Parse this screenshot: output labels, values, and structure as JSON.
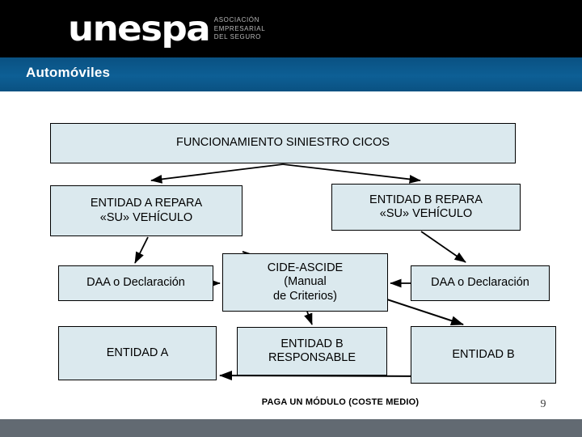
{
  "header": {
    "logo_text": "unespa",
    "logo_tagline_line1": "Asociación",
    "logo_tagline_line2": "Empresarial",
    "logo_tagline_line3": "del Seguro",
    "title": "Automóviles",
    "bar_color": "#0c5a8e",
    "logo_bg_color": "#000000"
  },
  "footer": {
    "page_number": "9",
    "bar_color": "#626a72"
  },
  "diagram": {
    "node_fill": "#dbe9ee",
    "node_border": "#000000",
    "nodes": {
      "top": "FUNCIONAMIENTO SINIESTRO CICOS",
      "entidad_a_repara_l1": "ENTIDAD A REPARA",
      "entidad_a_repara_l2": "«SU» VEHÍCULO",
      "entidad_b_repara_l1": "ENTIDAD B REPARA",
      "entidad_b_repara_l2": "«SU» VEHÍCULO",
      "daa_left": "DAA o Declaración",
      "cide_l1": "CIDE-ASCIDE",
      "cide_l2": "(Manual",
      "cide_l3": "de Criterios)",
      "daa_right": "DAA o Declaración",
      "entidad_a": "ENTIDAD A",
      "entidad_b_responsable_l1": "ENTIDAD B",
      "entidad_b_responsable_l2": "RESPONSABLE",
      "entidad_b": "ENTIDAD B"
    },
    "pay_label": "PAGA UN MÓDULO (COSTE MEDIO)"
  }
}
